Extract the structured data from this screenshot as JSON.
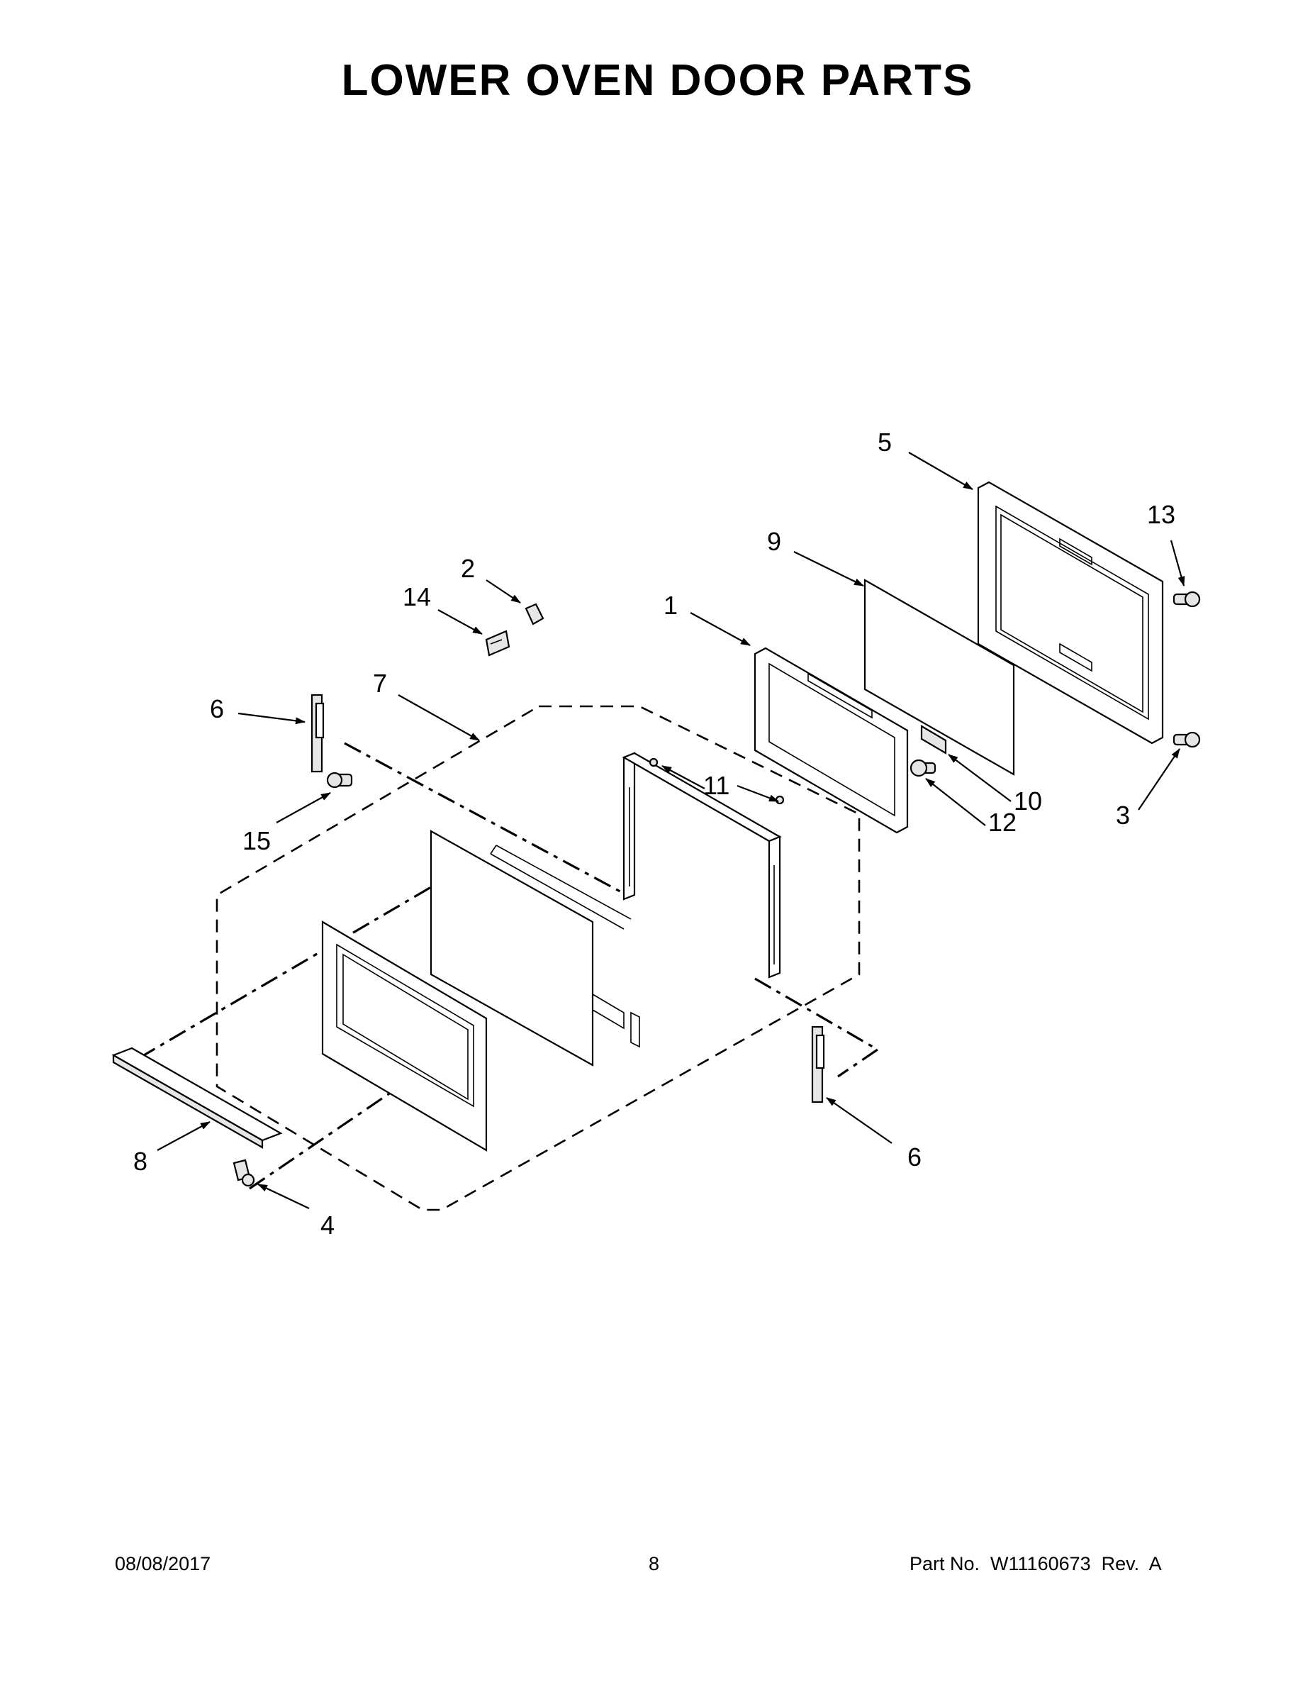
{
  "title": "LOWER OVEN DOOR PARTS",
  "callouts": {
    "c1": "1",
    "c2": "2",
    "c3": "3",
    "c4": "4",
    "c5": "5",
    "c6a": "6",
    "c6b": "6",
    "c7": "7",
    "c8": "8",
    "c9": "9",
    "c10": "10",
    "c11": "11",
    "c12": "12",
    "c13": "13",
    "c14": "14",
    "c15": "15"
  },
  "footer": {
    "date": "08/08/2017",
    "page": "8",
    "part_number": "Part No.  W11160673  Rev.  A"
  }
}
